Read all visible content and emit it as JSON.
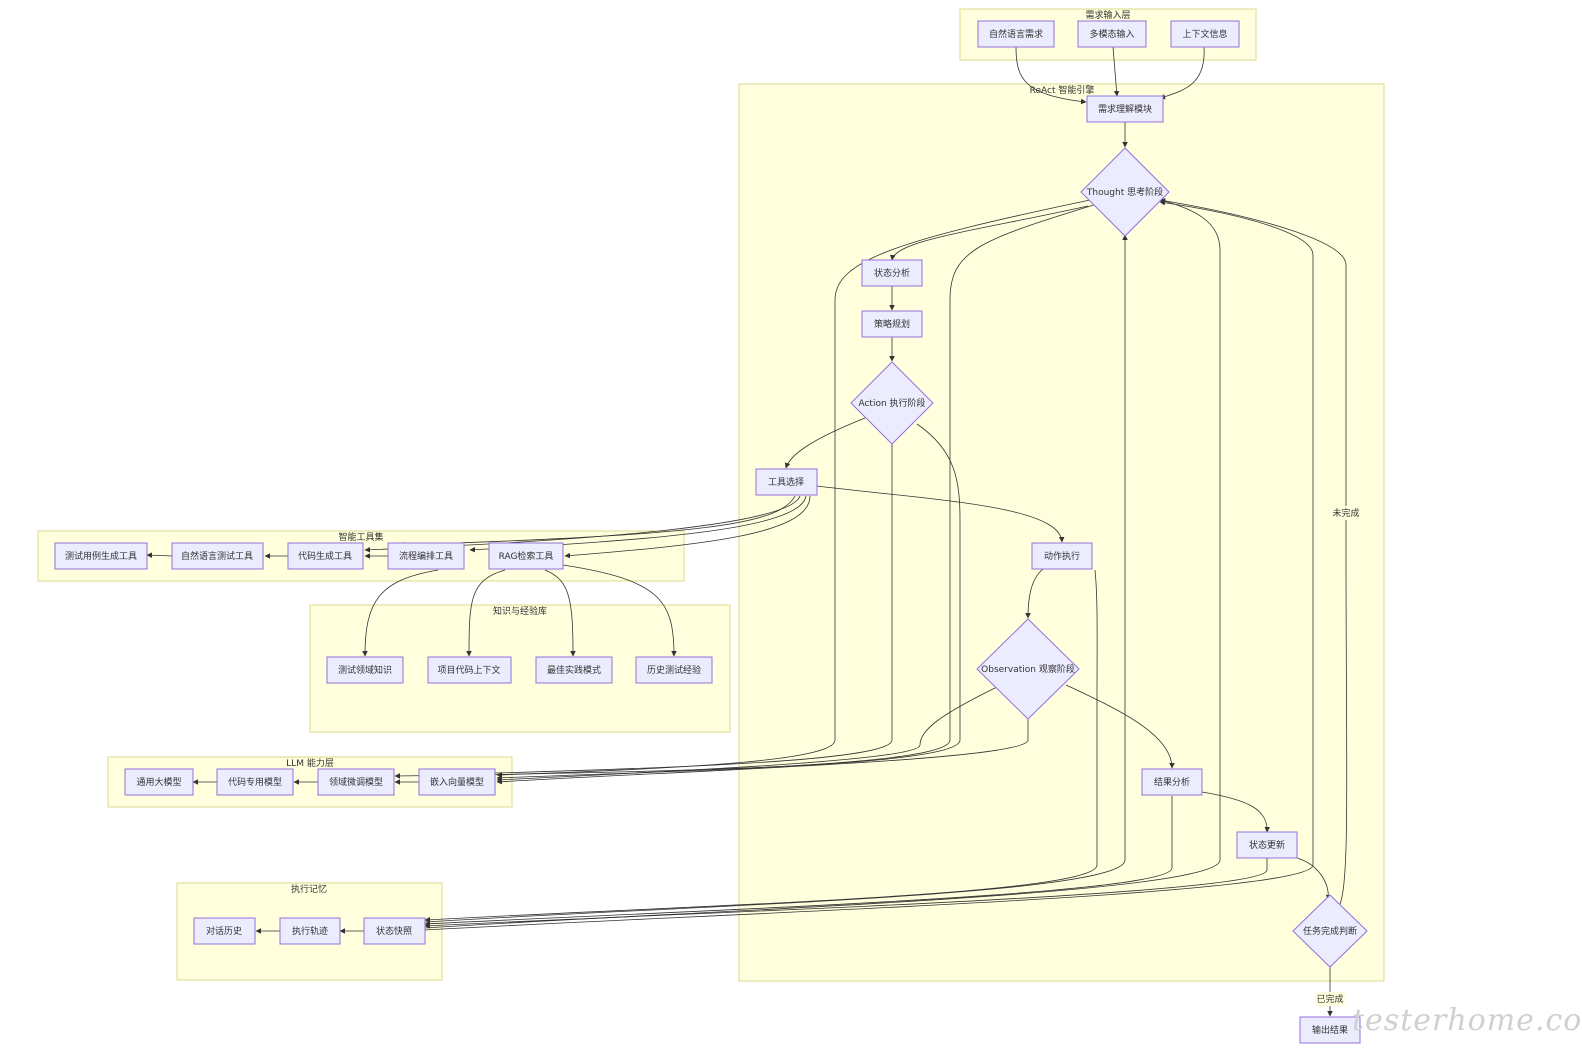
{
  "clusters": {
    "input": "需求输入层",
    "react": "ReAct 智能引擎",
    "tools": "智能工具集",
    "knowledge": "知识与经验库",
    "llm": "LLM 能力层",
    "memory": "执行记忆"
  },
  "nodes": {
    "nl_req": "自然语言需求",
    "multi_input": "多模态输入",
    "context_info": "上下文信息",
    "req_understand": "需求理解模块",
    "thought": "Thought 思考阶段",
    "state_analysis": "状态分析",
    "strategy": "策略规划",
    "action": "Action 执行阶段",
    "tool_select": "工具选择",
    "action_exec": "动作执行",
    "observation": "Observation 观察阶段",
    "result_analysis": "结果分析",
    "state_update": "状态更新",
    "task_done": "任务完成判断",
    "output": "输出结果",
    "tc_gen_tool": "测试用例生成工具",
    "nl_test_tool": "自然语言测试工具",
    "code_gen_tool": "代码生成工具",
    "flow_tool": "流程编排工具",
    "rag_tool": "RAG检索工具",
    "domain_knowledge": "测试领域知识",
    "project_context": "项目代码上下文",
    "best_practice": "最佳实践模式",
    "history_exp": "历史测试经验",
    "general_llm": "通用大模型",
    "code_llm": "代码专用模型",
    "finetune_llm": "领域微调模型",
    "embedding_llm": "嵌入向量模型",
    "dialog_history": "对话历史",
    "exec_trace": "执行轨迹",
    "state_snapshot": "状态快照"
  },
  "edge_labels": {
    "not_done": "未完成",
    "done": "已完成"
  },
  "watermark": "testerhome.com",
  "colors": {
    "cluster_fill": "#ffffde",
    "cluster_stroke": "#dada8c",
    "node_fill": "#ececff",
    "node_stroke": "#9370db",
    "edge": "#333333"
  }
}
